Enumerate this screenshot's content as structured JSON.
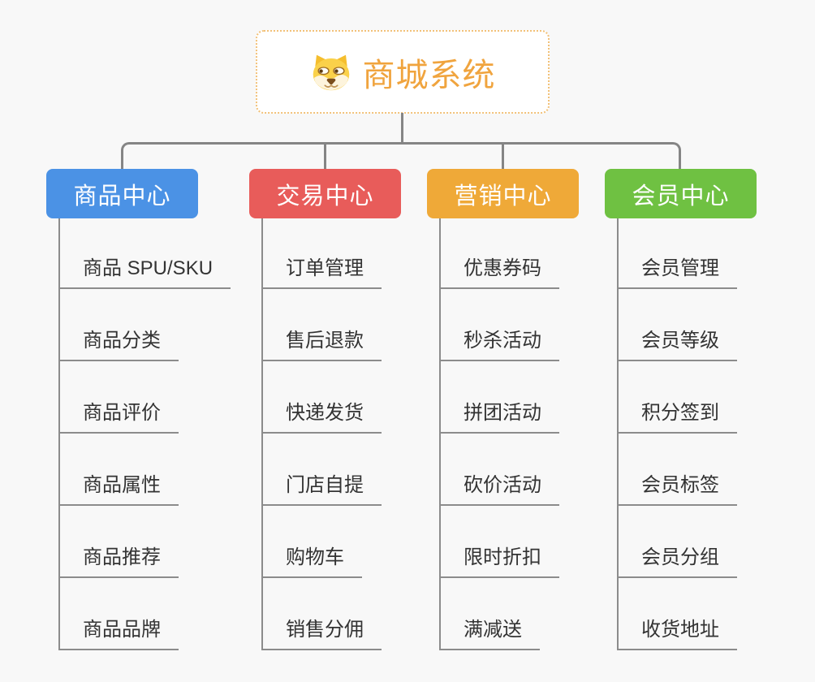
{
  "root": {
    "title": "商城系统",
    "icon": "dog-face-icon"
  },
  "branches": [
    {
      "id": "product-center",
      "label": "商品中心",
      "color": "#4b92e5",
      "items": [
        "商品 SPU/SKU",
        "商品分类",
        "商品评价",
        "商品属性",
        "商品推荐",
        "商品品牌"
      ]
    },
    {
      "id": "trade-center",
      "label": "交易中心",
      "color": "#e85c5a",
      "items": [
        "订单管理",
        "售后退款",
        "快递发货",
        "门店自提",
        "购物车",
        "销售分佣"
      ]
    },
    {
      "id": "marketing-center",
      "label": "营销中心",
      "color": "#efa938",
      "items": [
        "优惠券码",
        "秒杀活动",
        "拼团活动",
        "砍价活动",
        "限时折扣",
        "满减送"
      ]
    },
    {
      "id": "member-center",
      "label": "会员中心",
      "color": "#6fc142",
      "items": [
        "会员管理",
        "会员等级",
        "积分签到",
        "会员标签",
        "会员分组",
        "收货地址"
      ]
    }
  ],
  "colors": {
    "background": "#f8f8f8",
    "connector": "#858585",
    "leaf_line": "#8c8c8c",
    "leaf_text": "#333333",
    "root_title": "#f0a43e",
    "root_border": "#f2c178"
  }
}
